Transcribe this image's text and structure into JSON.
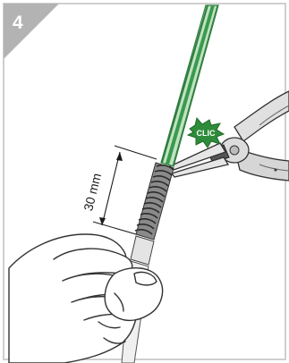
{
  "step": {
    "number": "4"
  },
  "dimension": {
    "label": "30 mm"
  },
  "callout": {
    "text": "CLIC",
    "color": "#2e8b3a"
  },
  "colors": {
    "frame": "#c9c9c9",
    "badge": "#b3b3b3",
    "tube_green": "#3a9a4d",
    "tube_light": "#bfe3c3",
    "spring": "#555555",
    "skin_outline": "#333333"
  },
  "icons": [
    "hand-illustration",
    "pliers-illustration",
    "tube-illustration",
    "spring-illustration"
  ]
}
